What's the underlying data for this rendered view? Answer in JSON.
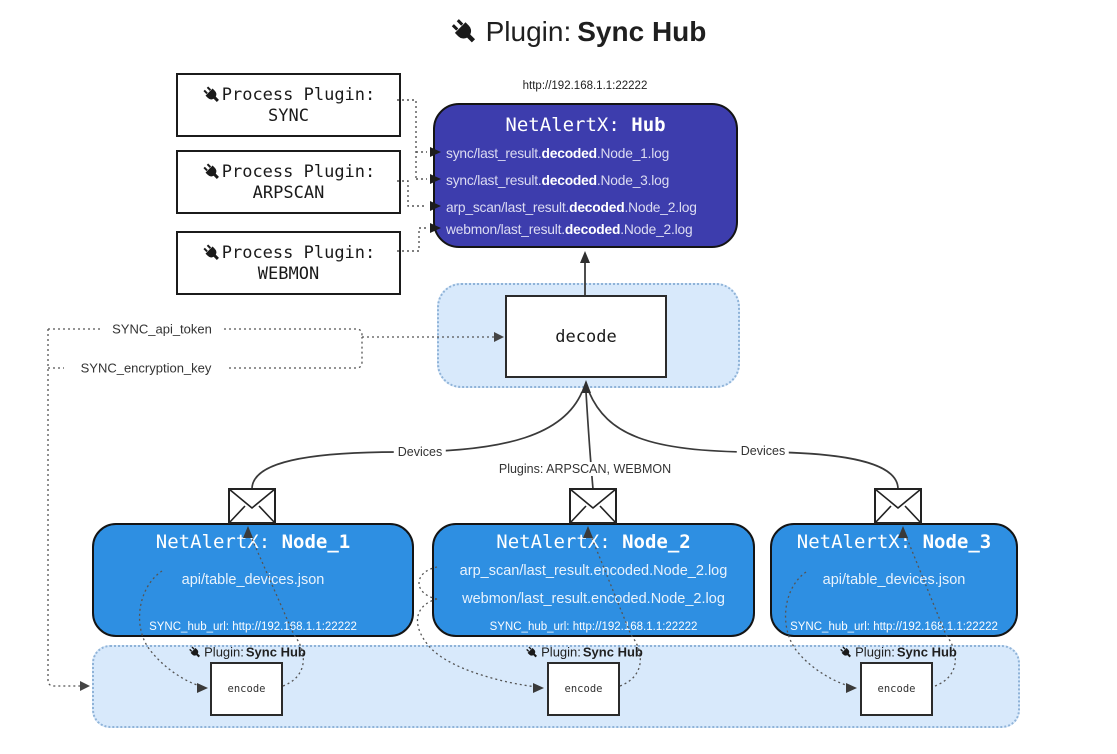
{
  "title": {
    "prefix": "Plugin: ",
    "name": "Sync Hub"
  },
  "process_plugins": [
    {
      "line1": "Process Plugin:",
      "name": "SYNC"
    },
    {
      "line1": "Process Plugin:",
      "name": "ARPSCAN"
    },
    {
      "line1": "Process Plugin:",
      "name": "WEBMON"
    }
  ],
  "hub": {
    "url": "http://192.168.1.1:22222",
    "title_prefix": "NetAlertX: ",
    "title_name": "Hub",
    "files": [
      {
        "pre": "sync/last_result.",
        "bold": "decoded",
        "post": ".Node_1.log"
      },
      {
        "pre": "sync/last_result.",
        "bold": "decoded",
        "post": ".Node_3.log"
      },
      {
        "pre": "arp_scan/last_result.",
        "bold": "decoded",
        "post": ".Node_2.log"
      },
      {
        "pre": "webmon/last_result.",
        "bold": "decoded",
        "post": ".Node_2.log"
      }
    ]
  },
  "decode": {
    "label": "decode"
  },
  "keys": {
    "api_token": "SYNC_api_token",
    "encryption_key": "SYNC_encryption_key"
  },
  "edges": {
    "devices_left": "Devices",
    "devices_right": "Devices",
    "plugins_middle": "Plugins: ARPSCAN, WEBMON"
  },
  "nodes": [
    {
      "title_prefix": "NetAlertX: ",
      "title_name": "Node_1",
      "files": [
        "api/table_devices.json"
      ],
      "hub_url": "SYNC_hub_url: http://192.168.1.1:22222"
    },
    {
      "title_prefix": "NetAlertX: ",
      "title_name": "Node_2",
      "files": [
        "arp_scan/last_result.encoded.Node_2.log",
        "webmon/last_result.encoded.Node_2.log"
      ],
      "hub_url": "SYNC_hub_url: http://192.168.1.1:22222"
    },
    {
      "title_prefix": "NetAlertX: ",
      "title_name": "Node_3",
      "files": [
        "api/table_devices.json"
      ],
      "hub_url": "SYNC_hub_url: http://192.168.1.1:22222"
    }
  ],
  "encoders": [
    {
      "plugin_prefix": "Plugin: ",
      "plugin_name": "Sync Hub",
      "label": "encode"
    },
    {
      "plugin_prefix": "Plugin: ",
      "plugin_name": "Sync Hub",
      "label": "encode"
    },
    {
      "plugin_prefix": "Plugin: ",
      "plugin_name": "Sync Hub",
      "label": "encode"
    }
  ],
  "colors": {
    "hub_fill": "#3d3dad",
    "node_fill": "#2e8fe2",
    "panel_fill": "#d8e9fb",
    "panel_border": "#8fb3d8",
    "solid_line": "#3a3a3a",
    "dotted_line": "#555555"
  }
}
